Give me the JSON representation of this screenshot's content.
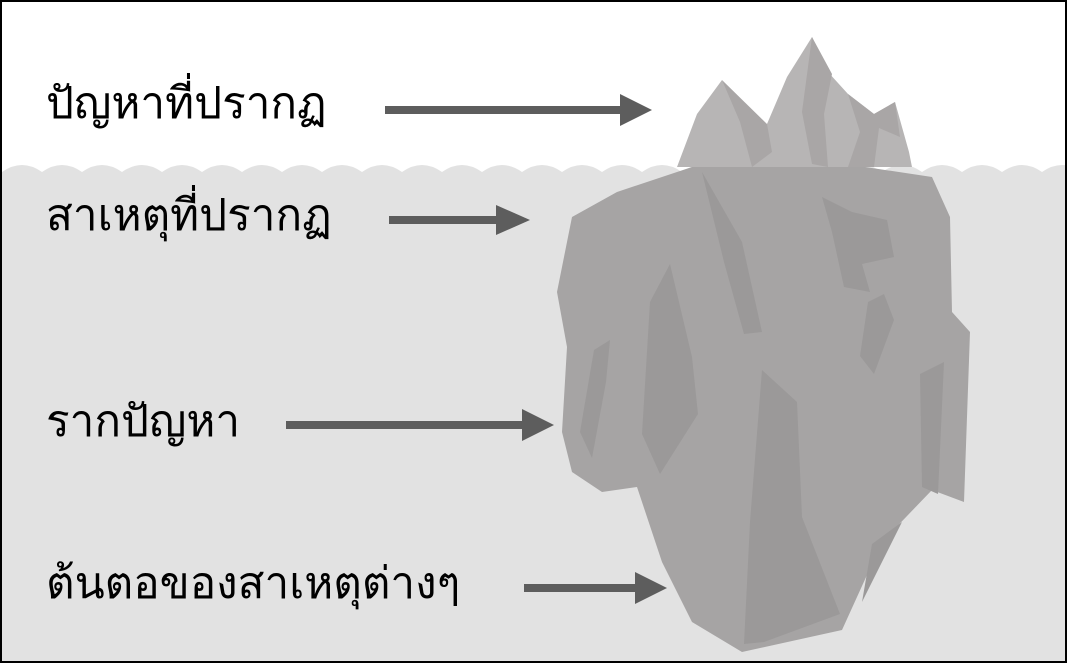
{
  "colors": {
    "water": "#e2e2e2",
    "ice_above": "#b7b5b5",
    "ice_facet_above": "#a9a6a6",
    "ice_below": "#a6a4a4",
    "ice_facet_below": "#9b9999",
    "arrow": "#5d5d5d",
    "border": "#000000"
  },
  "labels": [
    {
      "id": "visible-problem",
      "text": "ปัญหาที่ปรากฏ"
    },
    {
      "id": "visible-cause",
      "text": "สาเหตุที่ปรากฏ"
    },
    {
      "id": "root-cause",
      "text": "รากปัญหา"
    },
    {
      "id": "underlying-causes",
      "text": "ต้นตอของสาเหตุต่างๆ"
    }
  ]
}
